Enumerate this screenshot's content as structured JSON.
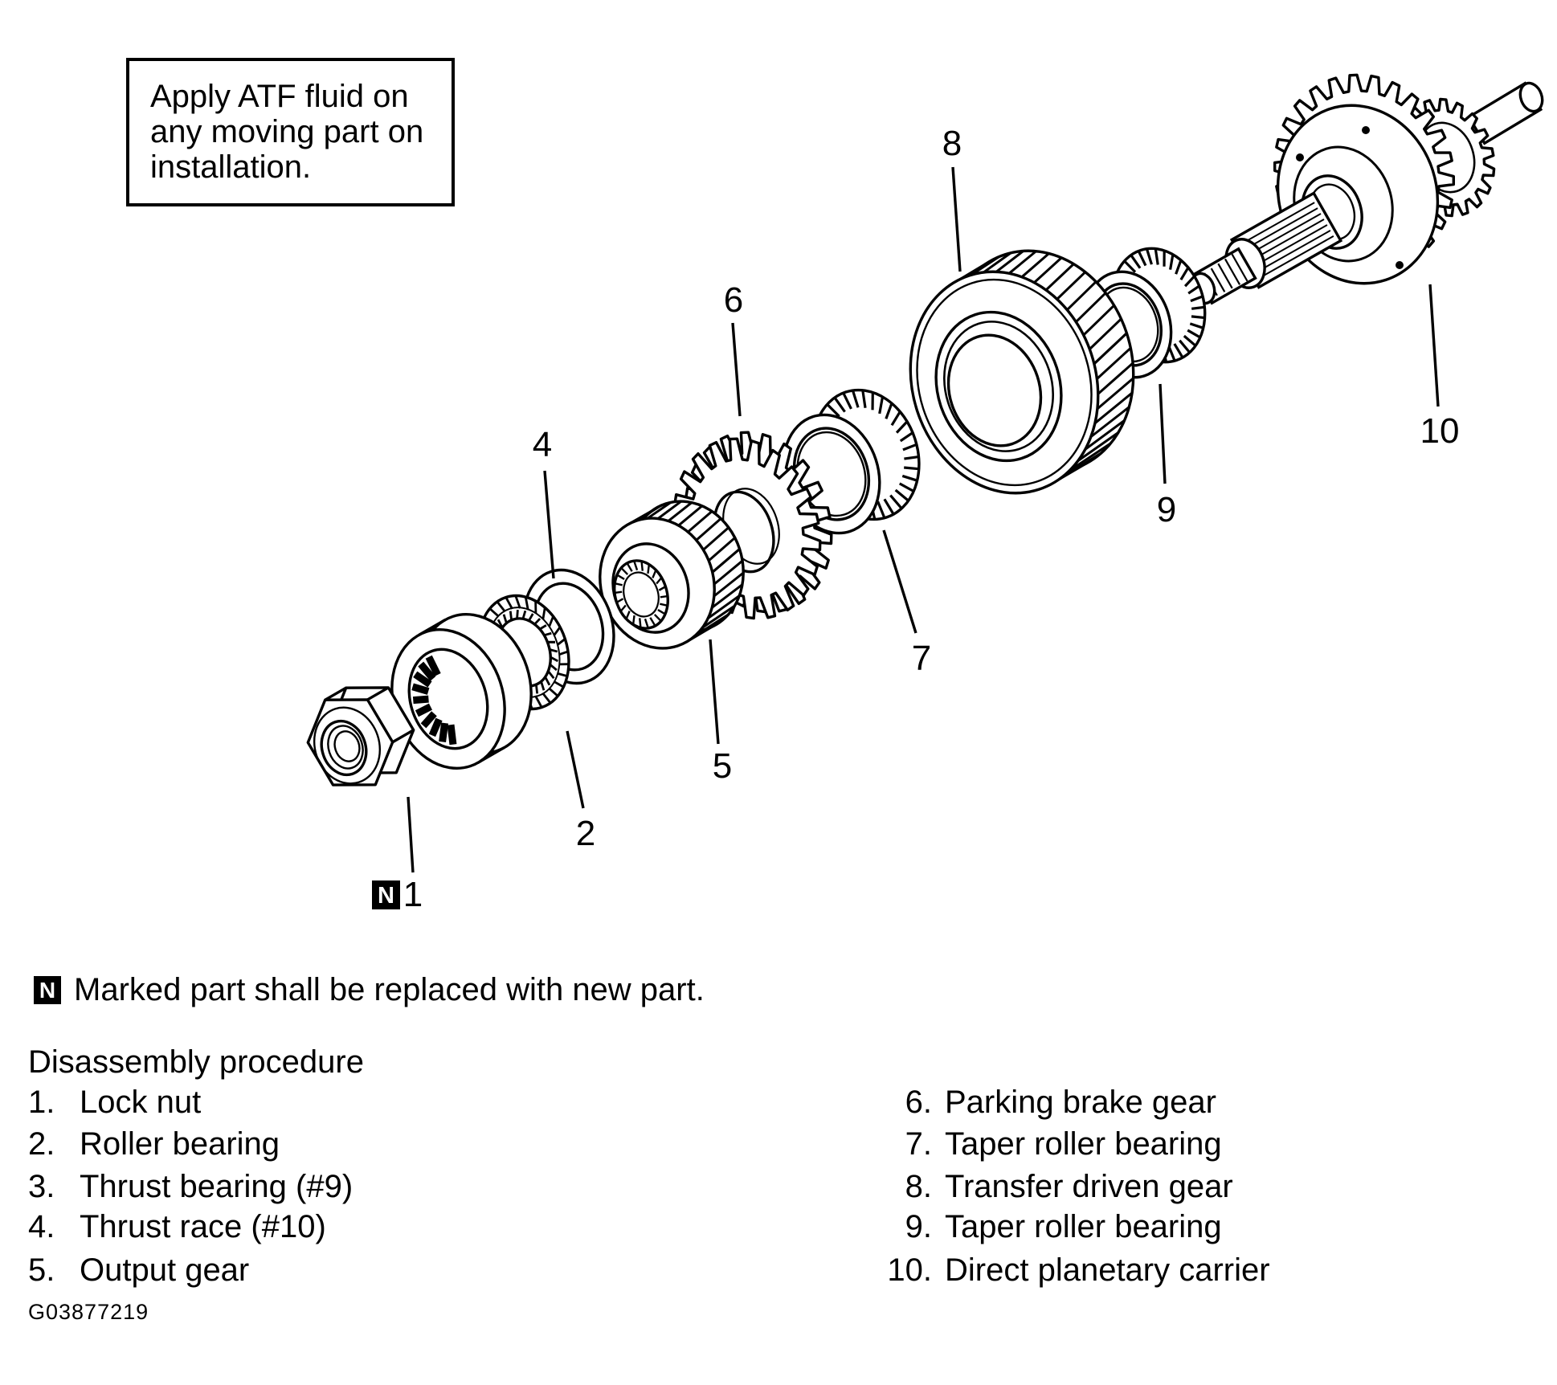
{
  "note_box": {
    "lines": [
      "Apply ATF fluid on",
      "any moving part on",
      "installation."
    ]
  },
  "diagram": {
    "new_part_marker": "N",
    "callouts": {
      "c1": "1",
      "c2": "2",
      "c4": "4",
      "c5": "5",
      "c6": "6",
      "c7": "7",
      "c8": "8",
      "c9": "9",
      "c10": "10"
    }
  },
  "legend": {
    "marker": "N",
    "text": "Marked part shall be replaced with new part."
  },
  "procedure": {
    "title": "Disassembly procedure",
    "left": [
      {
        "num": "1.",
        "label": "Lock nut"
      },
      {
        "num": "2.",
        "label": "Roller bearing"
      },
      {
        "num": "3.",
        "label": "Thrust bearing (#9)"
      },
      {
        "num": "4.",
        "label": "Thrust race (#10)"
      },
      {
        "num": "5.",
        "label": "Output gear"
      }
    ],
    "right": [
      {
        "num": "6.",
        "label": "Parking brake gear"
      },
      {
        "num": "7.",
        "label": "Taper roller bearing"
      },
      {
        "num": "8.",
        "label": "Transfer driven gear"
      },
      {
        "num": "9.",
        "label": "Taper roller bearing"
      },
      {
        "num": "10.",
        "label": "Direct planetary carrier"
      }
    ]
  },
  "figure_id": "G03877219",
  "colors": {
    "ink": "#000000",
    "paper": "#ffffff"
  }
}
